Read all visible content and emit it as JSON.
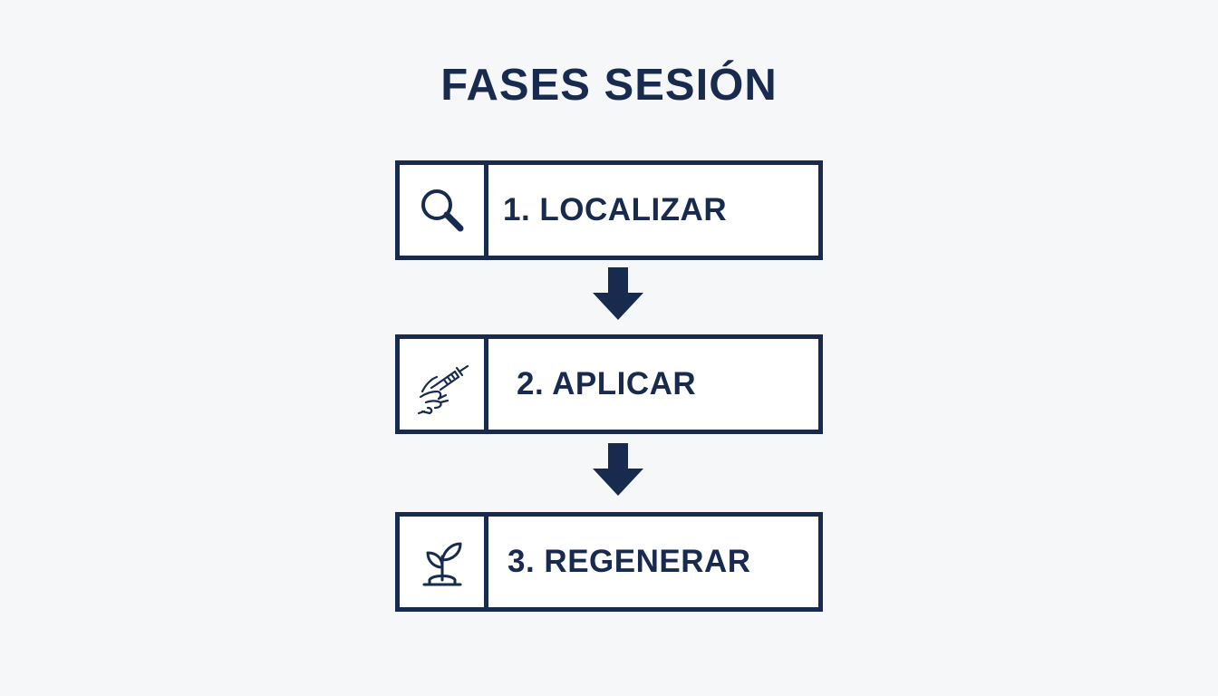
{
  "title": "FASES SESIÓN",
  "steps": [
    {
      "label": "1. LOCALIZAR",
      "icon": "magnifying-glass-icon"
    },
    {
      "label": "2. APLICAR",
      "icon": "hand-syringe-icon"
    },
    {
      "label": "3. REGENERAR",
      "icon": "sprout-icon"
    }
  ],
  "colors": {
    "primary": "#182b4f",
    "background": "#f5f7f9",
    "box_fill": "#ffffff"
  }
}
